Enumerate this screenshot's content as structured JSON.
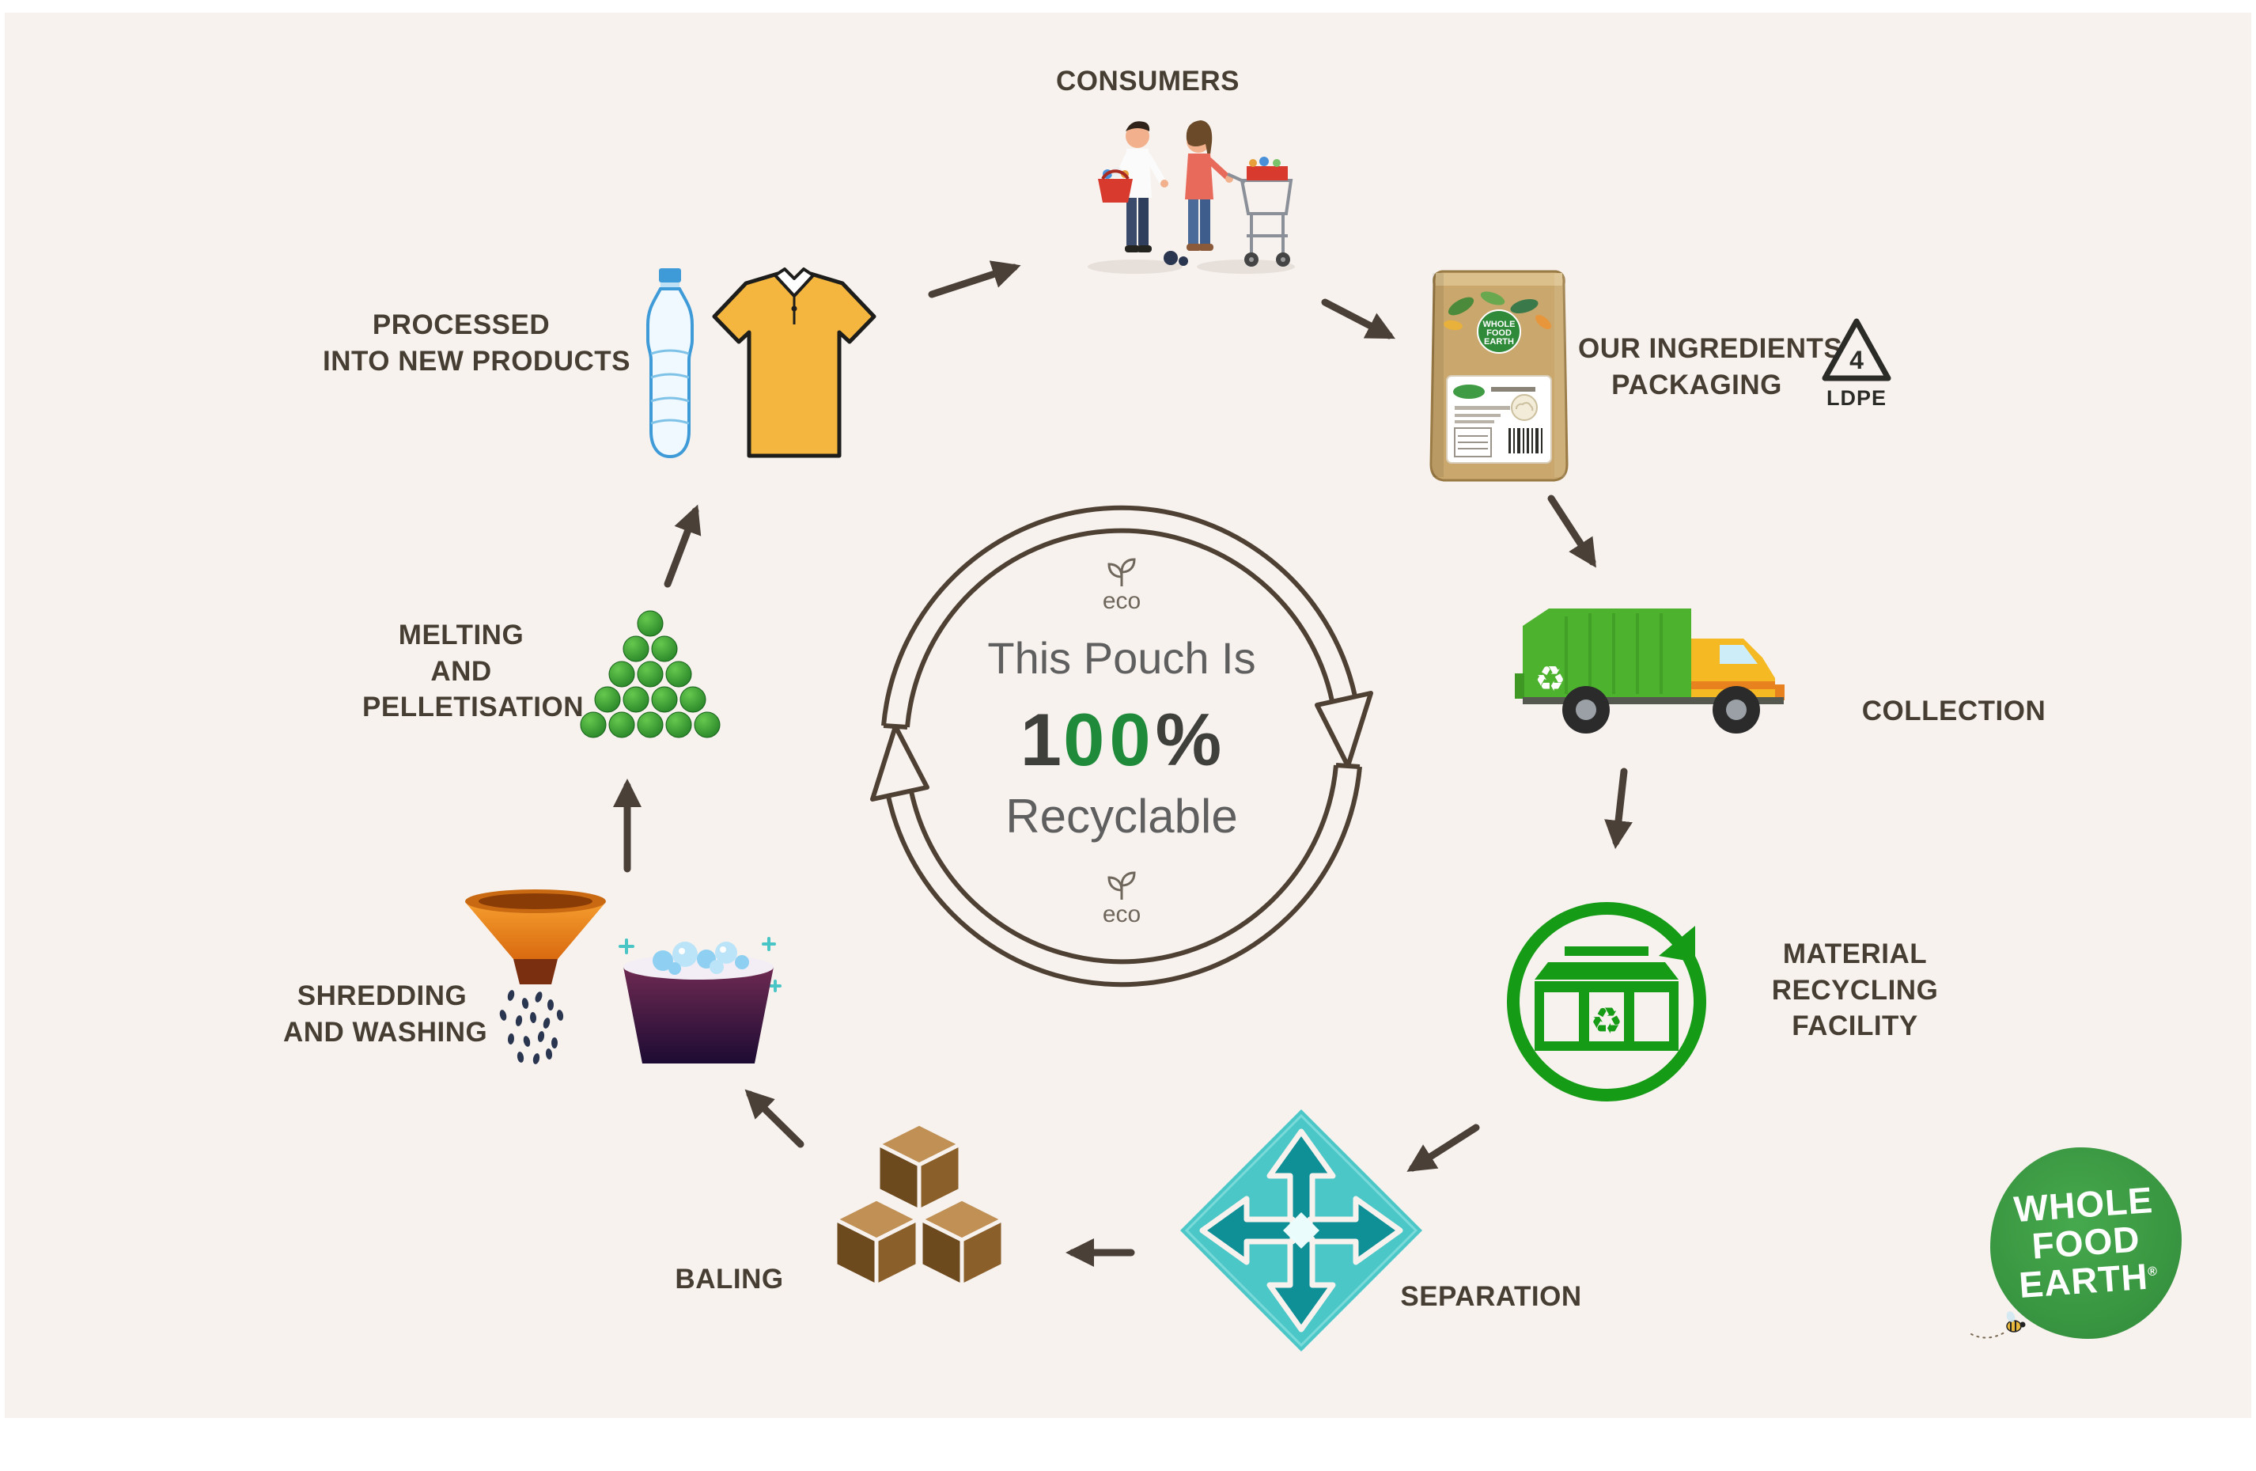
{
  "theme": {
    "bg": "#f7f2ee",
    "label_color": "#473e33",
    "arrow_color": "#4a4038",
    "ring_color": "#4e4033",
    "center_text_color": "#5f5f5f",
    "green": "#1f8a3a",
    "teal_light": "#4cc7c7",
    "teal_dark": "#0f8f96",
    "logo_green": "#3c9e44"
  },
  "center": {
    "line1": "This Pouch Is",
    "big_1": "1",
    "big_00": "00",
    "big_pct": "%",
    "line3": "Recyclable",
    "eco_top": "eco",
    "eco_bottom": "eco"
  },
  "labels": {
    "consumers": "CONSUMERS",
    "packaging_1": "OUR INGREDIENTS",
    "packaging_2": "PACKAGING",
    "collection": "COLLECTION",
    "mrf_1": "MATERIAL",
    "mrf_2": "RECYCLING",
    "mrf_3": "FACILITY",
    "separation": "SEPARATION",
    "baling": "BALING",
    "shredding_1": "SHREDDING",
    "shredding_2": "AND WASHING",
    "melting_1": "MELTING",
    "melting_2": "AND",
    "melting_3": "PELLETISATION",
    "processed_1": "PROCESSED",
    "processed_2": "INTO NEW PRODUCTS"
  },
  "ldpe": {
    "number": "4",
    "code": "LDPE"
  },
  "pouch": {
    "brand_1": "WHOLE",
    "brand_2": "FOOD",
    "brand_3": "EARTH"
  },
  "logo": {
    "line1": "WHOLE",
    "line2": "FOOD",
    "line3": "EARTH",
    "reg": "®"
  },
  "icons": {
    "recycle": "♻"
  }
}
